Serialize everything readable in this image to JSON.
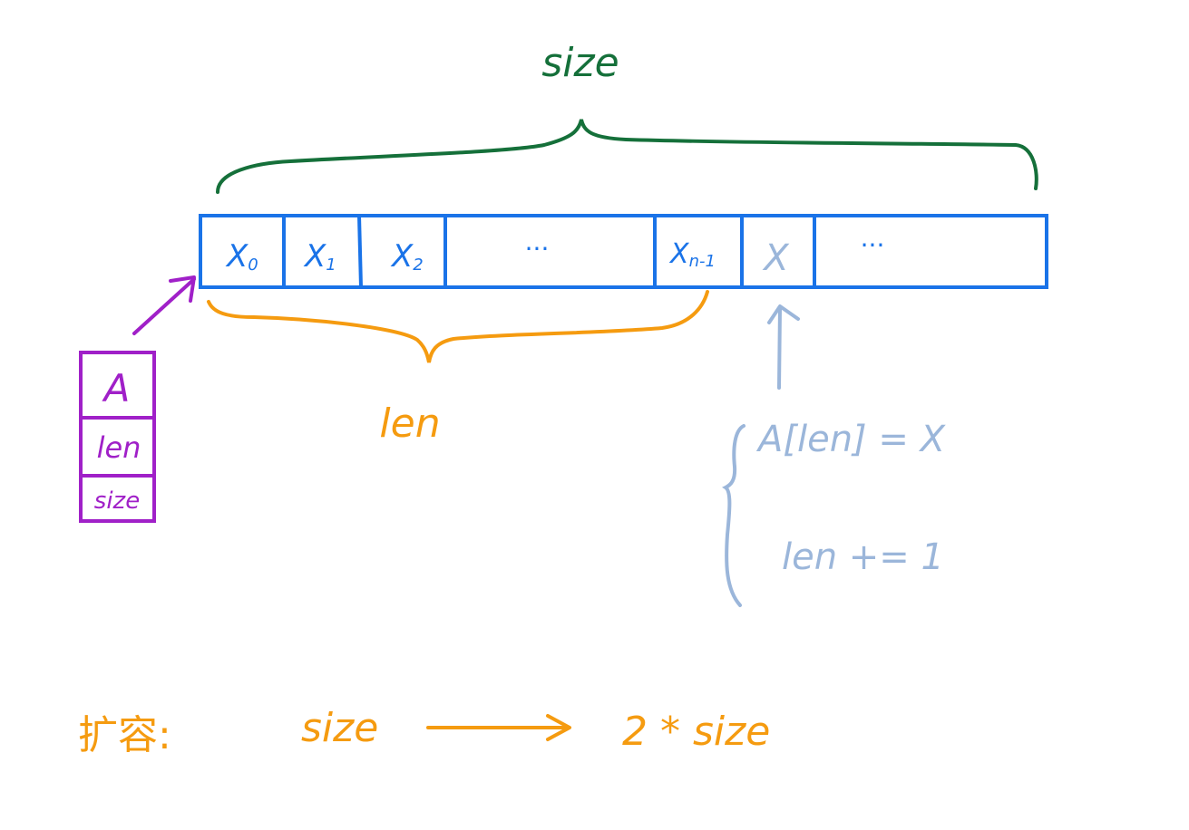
{
  "colors": {
    "array": "#1a73e8",
    "size": "#15703a",
    "len": "#f59b10",
    "meta": "#a020c8",
    "op": "#9bb6da",
    "resize": "#f59b10"
  },
  "size_label": "size",
  "len_label": "len",
  "array_cells": [
    {
      "base": "X",
      "sub": "0"
    },
    {
      "base": "X",
      "sub": "1"
    },
    {
      "base": "X",
      "sub": "2"
    },
    {
      "base": "···",
      "sub": ""
    },
    {
      "base": "X",
      "sub": "n-1"
    },
    {
      "base": "X",
      "sub": ""
    },
    {
      "base": "···",
      "sub": ""
    }
  ],
  "struct_fields": [
    "A",
    "len",
    "size"
  ],
  "append_ops": [
    "A[len] = X",
    "len += 1"
  ],
  "resize": {
    "label": "扩容:",
    "from": "size",
    "to": "2 * size"
  }
}
